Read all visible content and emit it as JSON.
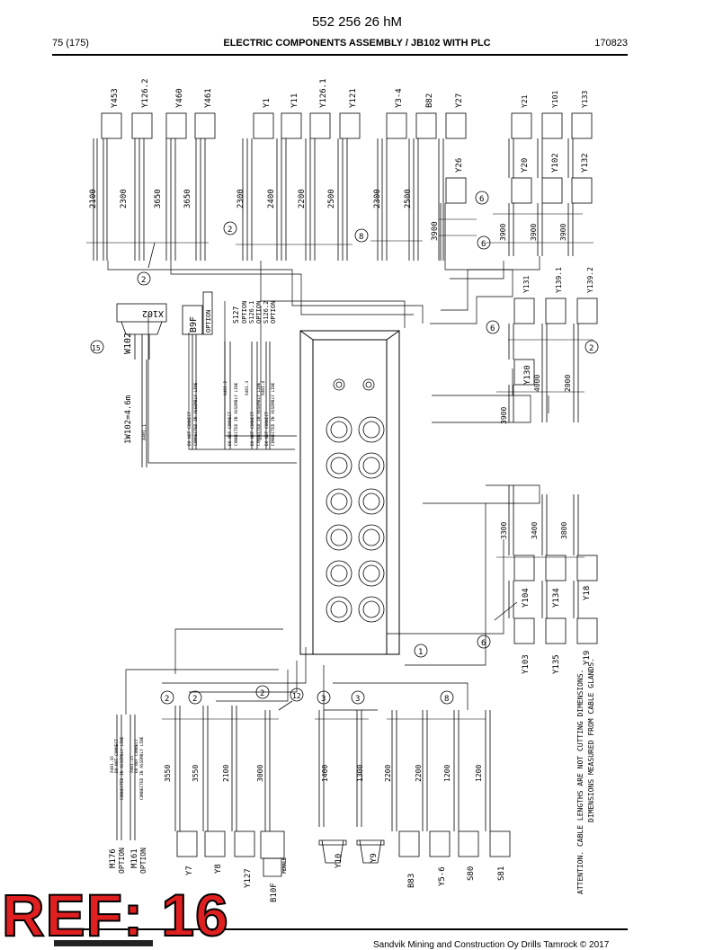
{
  "header": {
    "doc_number": "552 256 26 hM",
    "page": "75 (175)",
    "title": "ELECTRIC COMPONENTS ASSEMBLY / JB102 WITH PLC",
    "date": "170823"
  },
  "footer": {
    "ref": "REF: 16",
    "copyright": "Sandvik Mining and Construction Oy Drills Tamrock © 2017"
  },
  "diagram": {
    "top_groups": [
      {
        "components": [
          "Y453",
          "Y126.2",
          "Y460",
          "Y461"
        ],
        "lengths": [
          "2100",
          "2300",
          "3650",
          "3650"
        ],
        "callout": "2"
      },
      {
        "components": [
          "Y1",
          "Y11",
          "Y126.1",
          "Y121"
        ],
        "lengths": [
          "2300",
          "2400",
          "2200",
          "2500"
        ],
        "callout": "2"
      },
      {
        "components": [
          "Y3-4",
          "B82",
          "Y27",
          "Y26"
        ],
        "lengths": [
          "2300",
          "2500",
          "3900"
        ],
        "callouts": [
          "8",
          "6"
        ]
      },
      {
        "components": [
          "Y21",
          "Y101",
          "Y133",
          "Y20",
          "Y102",
          "Y132"
        ],
        "lengths": [
          "3900",
          "3900",
          "3900"
        ],
        "callout": "6"
      }
    ],
    "x102": {
      "label": "X102",
      "cable": "W102",
      "length": "1W102=4.6m",
      "callout": "15",
      "wire": "X401.1"
    },
    "b9f": {
      "label": "B9F",
      "option": "OPTION"
    },
    "options": [
      {
        "name": "S127",
        "option": "OPTION"
      },
      {
        "name": "S126.1",
        "option": "OPTION"
      },
      {
        "name": "S126.2",
        "option": "OPTION"
      }
    ],
    "not_connected_notes": [
      "DO NOT CONNECT",
      "CONNECTED IN ASSEMBLY LINE"
    ],
    "wire_tags": [
      "X401.1",
      "X401.2",
      "X401.3",
      "X401.4",
      "X401.5"
    ],
    "mid_right_group": {
      "components": [
        "Y131",
        "Y139.1",
        "Y139.2",
        "Y130"
      ],
      "lengths": [
        "3900",
        "4000",
        "2000"
      ],
      "callouts": [
        "6",
        "2"
      ]
    },
    "lower_right_group": {
      "lengths": [
        "3300",
        "3400",
        "3800"
      ],
      "components": [
        "Y104",
        "Y134",
        "Y18",
        "Y103",
        "Y135",
        "Y19"
      ],
      "callout": "6"
    },
    "box_callout": "1",
    "bottom_group": {
      "options": [
        {
          "name": "M176",
          "option": "OPTION",
          "note1": "DO NOT CONNECT",
          "note2": "CONNECTED IN ASSEMBLY LINE",
          "wire": "X401.16"
        },
        {
          "name": "M161",
          "option": "OPTION",
          "note1": "DO NOT CONNECT",
          "note2": "CONNECTED IN ASSEMBLY LINE",
          "wire": "X401.15"
        }
      ],
      "components": [
        "Y7",
        "Y8",
        "Y127",
        "B10F",
        "Y10",
        "Y9",
        "B83",
        "Y5-6",
        "S80",
        "S81"
      ],
      "lengths": [
        "3550",
        "3550",
        "2100",
        "3000",
        "1400",
        "1300",
        "2200",
        "2200",
        "1200",
        "1200"
      ],
      "callouts": [
        "2",
        "2",
        "2",
        "12",
        "3",
        "3",
        "8"
      ],
      "connector_note": "FEMALE"
    },
    "attention": [
      "ATTENTION. CABLE LENGTHS ARE NOT CUTTING DIMENSIONS.",
      "DIMENSIONS MEASURED FROM CABLE GLANDS."
    ]
  }
}
